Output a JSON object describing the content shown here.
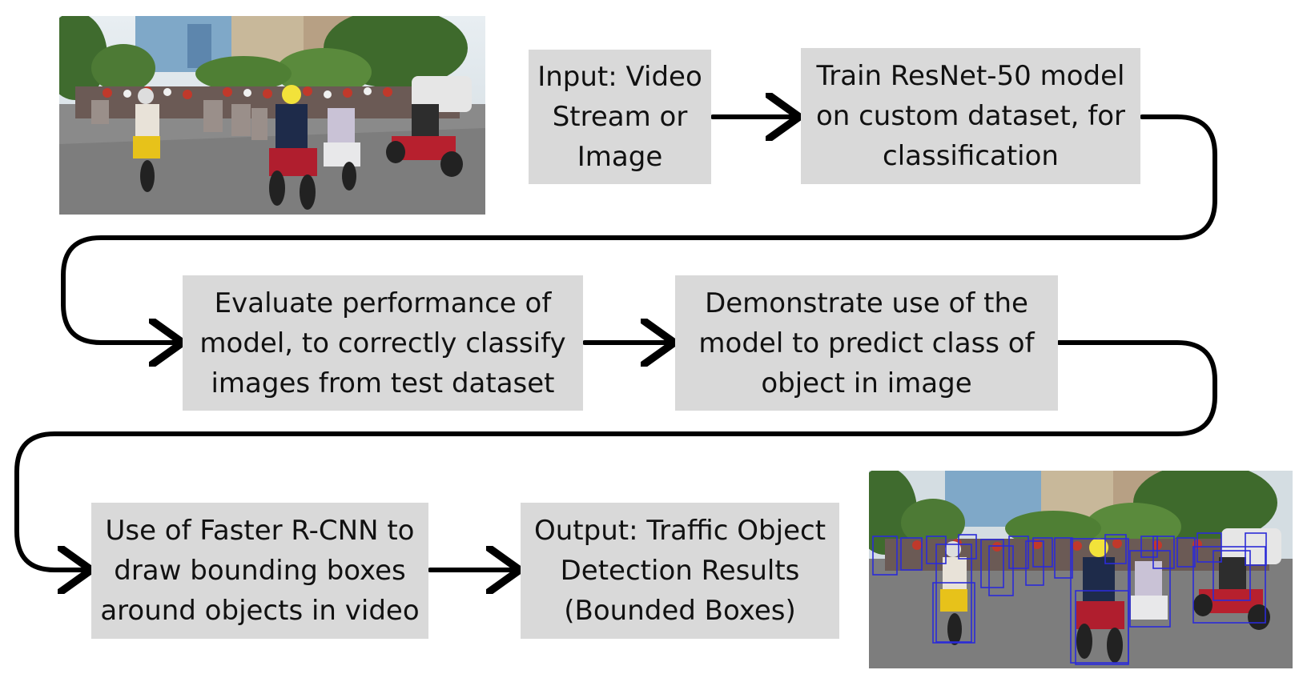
{
  "steps": {
    "input": "Input: Video\nStream or\nImage",
    "train": "Train ResNet-50 model\non custom dataset, for\nclassification",
    "evaluate": "Evaluate performance of\nmodel, to correctly classify\nimages from test dataset",
    "demonstrate": "Demonstrate use of the\nmodel to predict class of\nobject in image",
    "faster_rcnn": "Use of Faster R-CNN to\ndraw bounding boxes\naround objects in video",
    "output": "Output: Traffic Object\nDetection Results\n(Bounded Boxes)"
  },
  "colors": {
    "box_fill": "#d9d9d9",
    "arrow": "#000000",
    "bounding_box": "#2b2bd8"
  }
}
